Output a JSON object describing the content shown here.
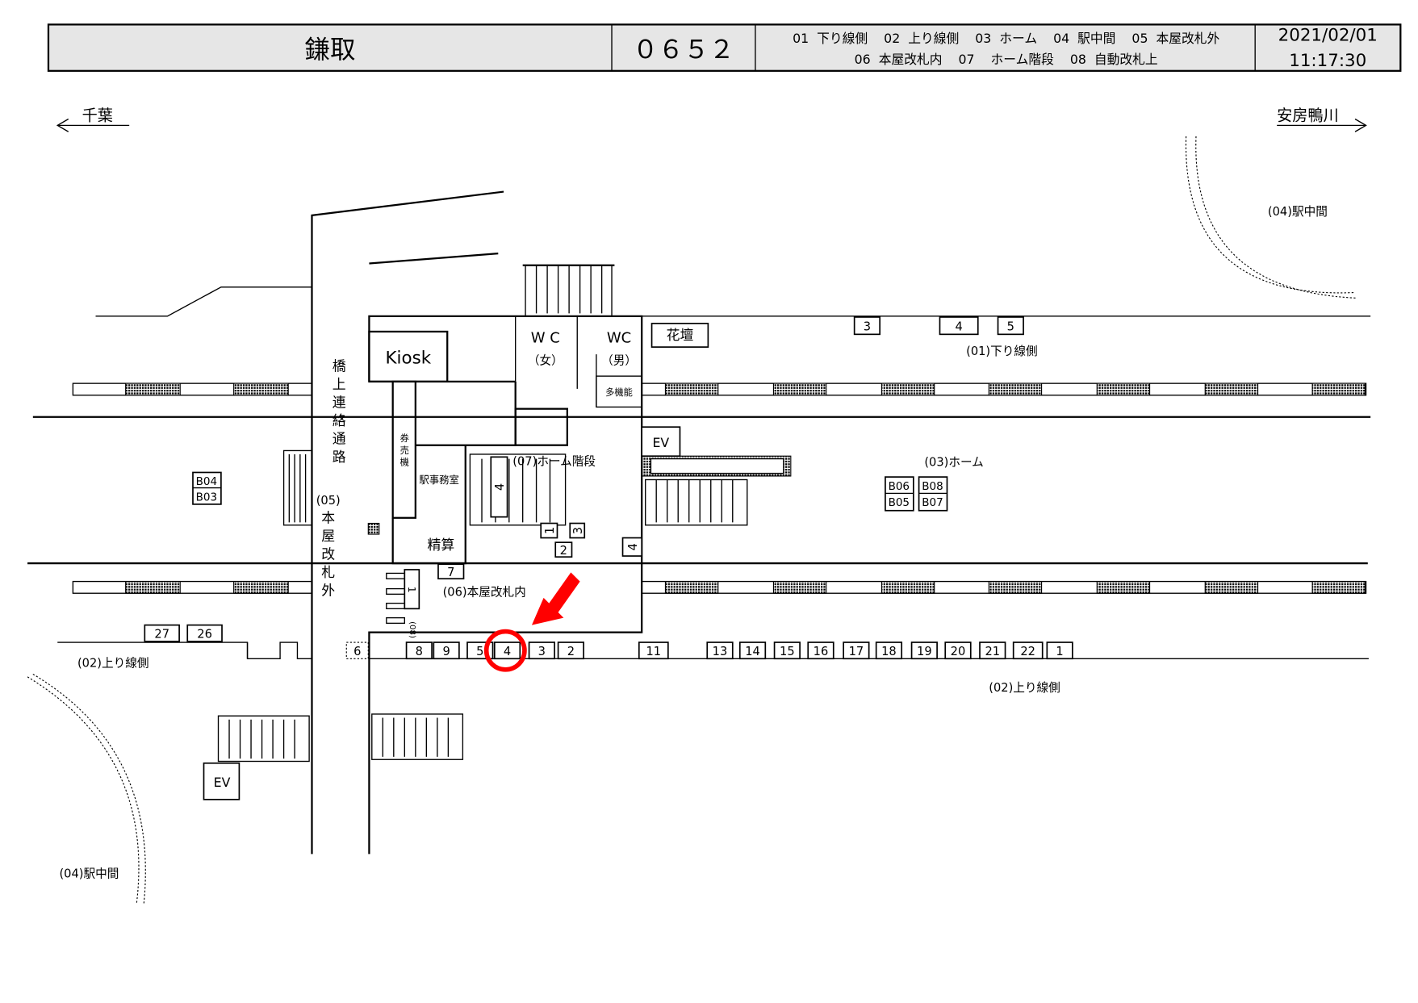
{
  "header": {
    "station": "鎌取",
    "code": "０６５２",
    "legend_line1": "01  下り線側    02  上り線側    03  ホーム    04  駅中間    05  本屋改札外",
    "legend_line2": "06  本屋改札内    07    ホーム階段    08  自動改札上",
    "date": "2021/02/01",
    "time": "11:17:30"
  },
  "directions": {
    "left": "千葉",
    "right": "安房鴨川"
  },
  "areas": {
    "a04_right": "(04)駅中間",
    "a04_left": "(04)駅中間",
    "a01": "(01)下り線側",
    "a02_left": "(02)上り線側",
    "a02_right": "(02)上り線側",
    "a03": "(03)ホーム",
    "a05_num": "(05)",
    "a05": [
      "本",
      "屋",
      "改",
      "札",
      "外"
    ],
    "a06": "(06)本屋改札内",
    "a07": "(07)ホーム階段",
    "a08": "(08)",
    "bridge": [
      "橋",
      "上",
      "連",
      "絡",
      "通",
      "路"
    ]
  },
  "rooms": {
    "kiosk": "Kiosk",
    "wc_f": "W C",
    "wc_f_sub": "（女）",
    "wc_m": "WC",
    "wc_m_sub": "（男）",
    "multi": "多機能",
    "flower": "花壇",
    "ev1": "EV",
    "ev2": "EV",
    "ticket": [
      "券",
      "売",
      "機"
    ],
    "office": "駅事務室",
    "fare": "精算"
  },
  "boards": {
    "top": [
      "3",
      "4",
      "5"
    ],
    "bottom": [
      "8",
      "9",
      "5",
      "4",
      "3",
      "2",
      "11",
      "13",
      "14",
      "15",
      "16",
      "17",
      "18",
      "19",
      "20",
      "21",
      "22",
      "1"
    ],
    "left": [
      "27",
      "26"
    ],
    "dashed": "6",
    "stairs": "4",
    "s1": "1",
    "s2": "2",
    "s3": "3",
    "side4": "4",
    "seven": "7",
    "gate1": "1",
    "b_left": [
      "B04",
      "B03"
    ],
    "b_right": [
      "B06",
      "B05",
      "B08",
      "B07"
    ]
  },
  "highlight": {
    "board": "4",
    "color": "#ff0000"
  }
}
